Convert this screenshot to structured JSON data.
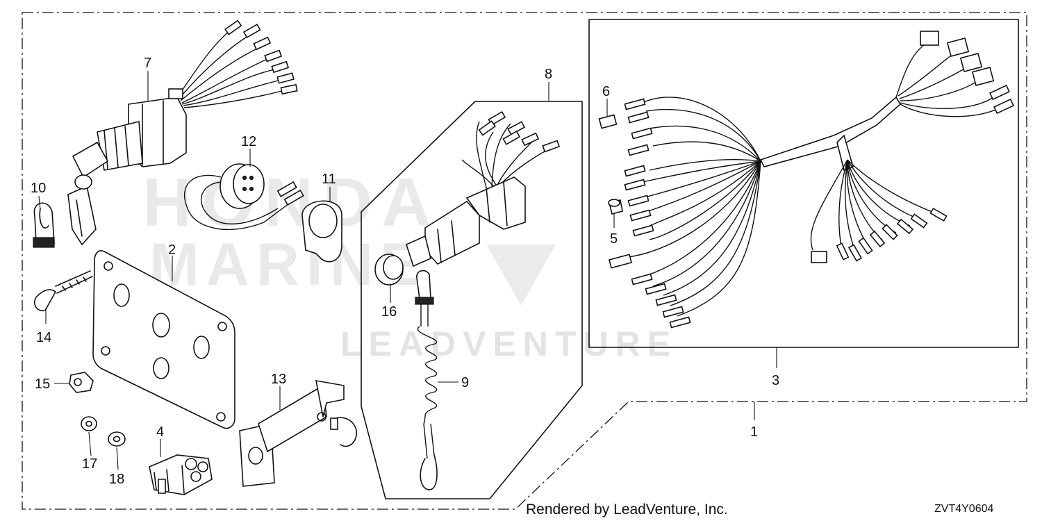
{
  "watermark": {
    "brand_top": "HONDA",
    "brand_bottom": "MARINE",
    "company": "LEADVENTURE"
  },
  "callouts": {
    "c1": "1",
    "c2": "2",
    "c3": "3",
    "c4": "4",
    "c5": "5",
    "c6": "6",
    "c7": "7",
    "c8": "8",
    "c9": "9",
    "c10": "10",
    "c11": "11",
    "c12": "12",
    "c13": "13",
    "c14": "14",
    "c15": "15",
    "c16": "16",
    "c17": "17",
    "c18": "18"
  },
  "footer": {
    "rendered_by": "Rendered by LeadVenture, Inc.",
    "diagram_code": "ZVT4Y0604"
  }
}
